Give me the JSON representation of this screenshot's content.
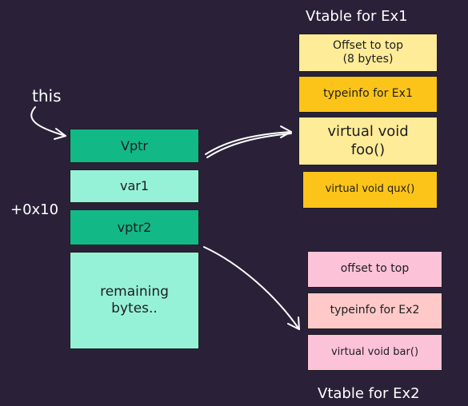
{
  "labels": {
    "this": "this",
    "offset": "+0x10",
    "vtable_ex1_title": "Vtable for Ex1",
    "vtable_ex2_title": "Vtable for Ex2"
  },
  "object_layout": {
    "vptr": "Vptr",
    "var1": "var1",
    "vptr2": "vptr2",
    "remaining_line1": "remaining",
    "remaining_line2": "bytes.."
  },
  "vtable_ex1": {
    "offset_line1": "Offset to top",
    "offset_line2": "(8 bytes)",
    "typeinfo": "typeinfo for Ex1",
    "foo_line1": "virtual void",
    "foo_line2": "foo()",
    "qux": "virtual void qux()"
  },
  "vtable_ex2": {
    "offset": "offset to top",
    "typeinfo": "typeinfo for Ex2",
    "bar": "virtual void bar()"
  },
  "colors": {
    "background": "#2a2139",
    "vptr_fill": "#12b886",
    "field_fill": "#96f2d7",
    "ex1_offset_fill": "#ffec99",
    "ex1_entry_fill": "#fcc419",
    "ex2_entry_fill": "#fcc2d7",
    "ex2_typeinfo_fill": "#ffc9c9",
    "arrow": "#ffffff"
  }
}
